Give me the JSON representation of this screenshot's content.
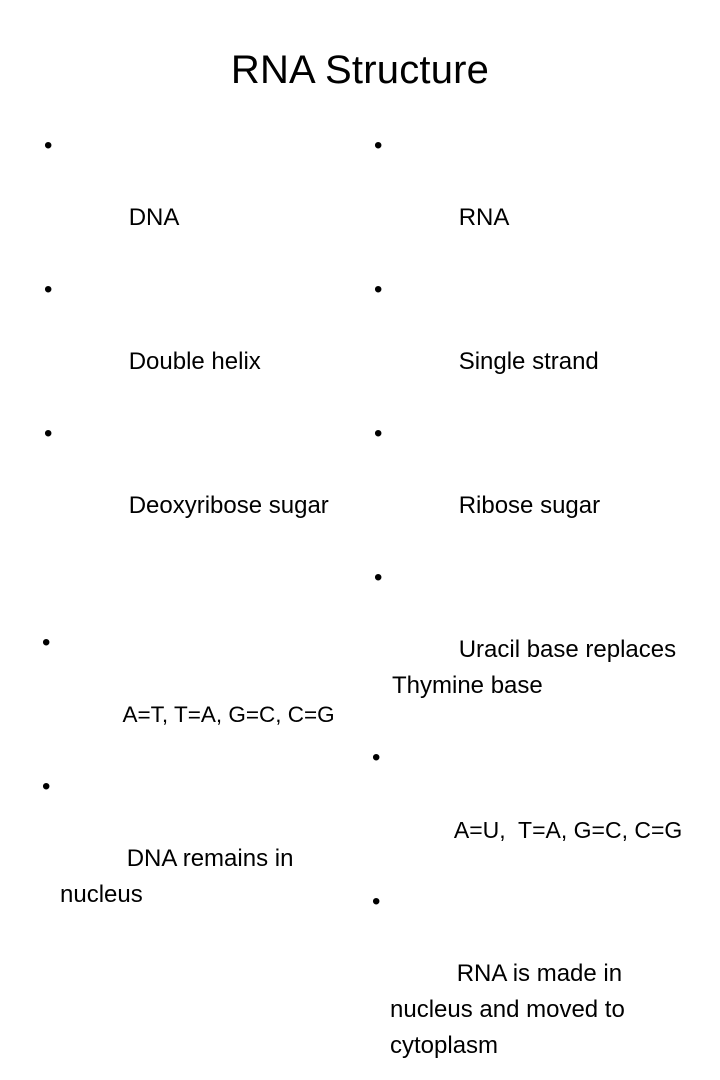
{
  "slide": {
    "title": "RNA Structure",
    "bullet_glyph": "•",
    "text_color": "#000000",
    "background_color": "#FFFFFF",
    "columns": [
      {
        "name": "dna-column",
        "groups": [
          {
            "name": "dna-properties",
            "items": [
              "DNA",
              "Double helix",
              "Deoxyribose sugar"
            ]
          },
          {
            "name": "dna-pairing-location",
            "items": [
              "A=T, T=A, G=C, C=G",
              "DNA remains in nucleus"
            ]
          }
        ]
      },
      {
        "name": "rna-column",
        "groups": [
          {
            "name": "rna-properties",
            "items": [
              "RNA",
              "Single strand",
              "Ribose sugar",
              "Uracil base replaces Thymine base"
            ]
          },
          {
            "name": "rna-pairing-location",
            "items": [
              "A=U,  T=A, G=C, C=G",
              "RNA is made in nucleus and moved to cytoplasm"
            ]
          }
        ]
      }
    ]
  }
}
